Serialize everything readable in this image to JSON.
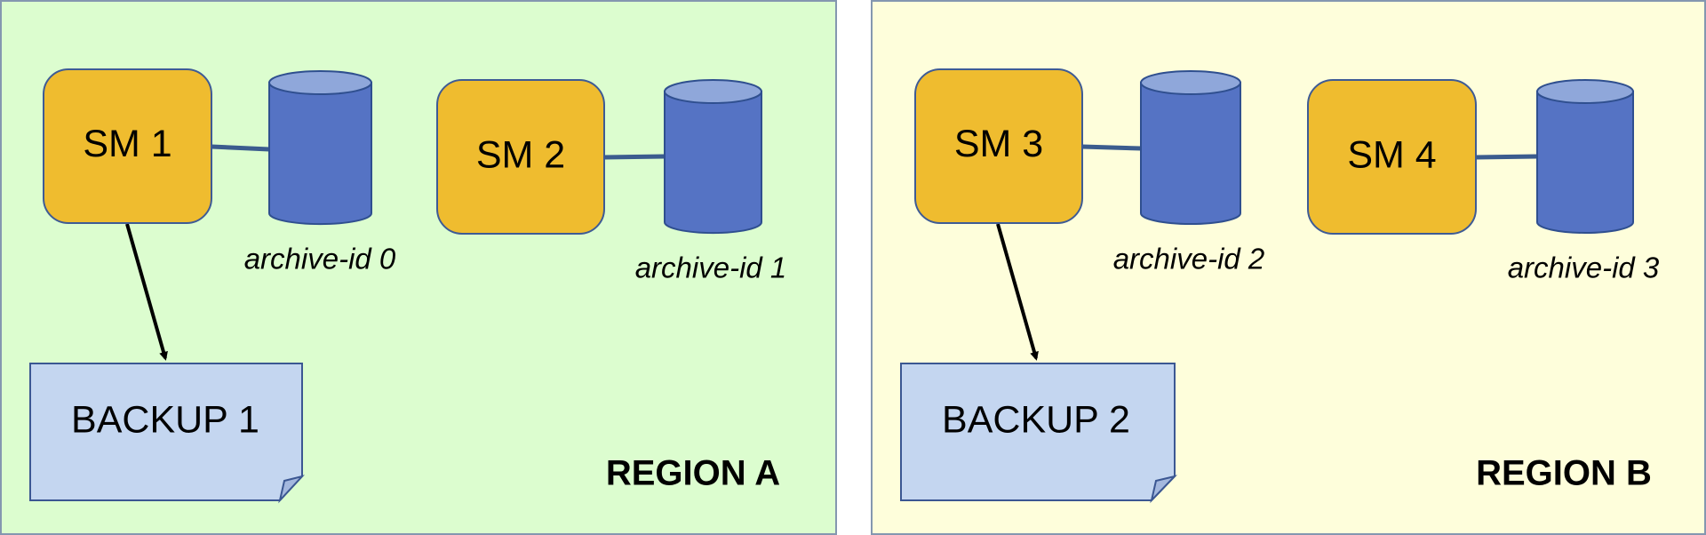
{
  "colors": {
    "region_a_bg": "#dcfdcf",
    "region_b_bg": "#fefedb",
    "region_border": "#8497b0",
    "sm_fill": "#efbc2f",
    "sm_stroke": "#3e5b95",
    "db_fill": "#5573c4",
    "db_top": "#8fa7da",
    "db_stroke": "#2f4f8f",
    "backup_fill": "#c4d6f0",
    "backup_stroke": "#3b5792",
    "text": "#000000"
  },
  "regions": [
    {
      "label": "REGION A",
      "servers": [
        {
          "label": "SM 1",
          "archive": "archive-id 0",
          "icon": "database-icon"
        },
        {
          "label": "SM 2",
          "archive": "archive-id 1",
          "icon": "database-icon"
        }
      ],
      "backup": {
        "label": "BACKUP 1",
        "icon": "document-icon"
      }
    },
    {
      "label": "REGION B",
      "servers": [
        {
          "label": "SM 3",
          "archive": "archive-id 2",
          "icon": "database-icon"
        },
        {
          "label": "SM 4",
          "archive": "archive-id 3",
          "icon": "database-icon"
        }
      ],
      "backup": {
        "label": "BACKUP 2",
        "icon": "document-icon"
      }
    }
  ]
}
